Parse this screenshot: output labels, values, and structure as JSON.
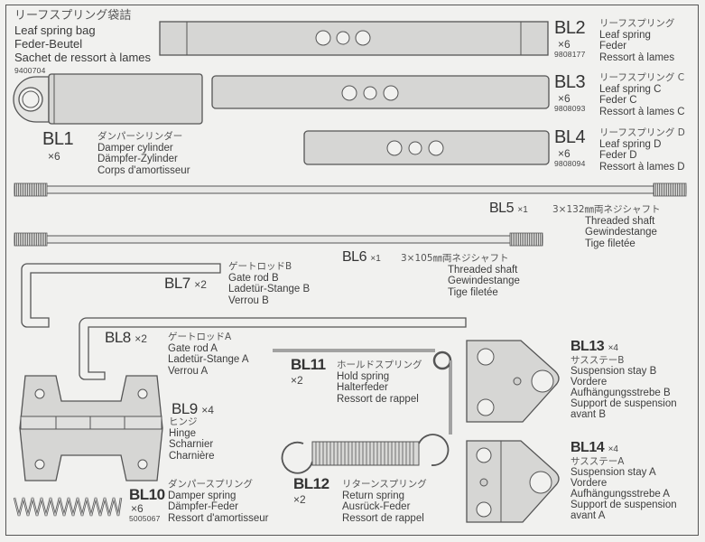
{
  "header": {
    "jp": "リーフスプリング袋詰",
    "en": "Leaf spring bag",
    "de": "Feder-Beutel",
    "fr": "Sachet de ressort à lames",
    "part_number": "9400704"
  },
  "parts": [
    {
      "code": "BL1",
      "qty": "×6",
      "jp": "ダンパーシリンダー",
      "en": "Damper cylinder",
      "de": "Dämpfer-Zylinder",
      "fr": "Corps d'amortisseur"
    },
    {
      "code": "BL2",
      "qty": "×6",
      "part_number": "9808177",
      "jp": "リーフスプリング",
      "en": "Leaf spring",
      "de": "Feder",
      "fr": "Ressort à lames"
    },
    {
      "code": "BL3",
      "qty": "×6",
      "part_number": "9808093",
      "jp": "リーフスプリング C",
      "en": "Leaf spring C",
      "de": "Feder C",
      "fr": "Ressort à lames C"
    },
    {
      "code": "BL4",
      "qty": "×6",
      "part_number": "9808094",
      "jp": "リーフスプリング D",
      "en": "Leaf spring D",
      "de": "Feder D",
      "fr": "Ressort à lames D"
    },
    {
      "code": "BL5",
      "qty": "×1",
      "jp": "3×132㎜両ネジシャフト",
      "en": "Threaded shaft",
      "de": "Gewindestange",
      "fr": "Tige filetée"
    },
    {
      "code": "BL6",
      "qty": "×1",
      "jp": "3×105㎜両ネジシャフト",
      "en": "Threaded shaft",
      "de": "Gewindestange",
      "fr": "Tige filetée"
    },
    {
      "code": "BL7",
      "qty": "×2",
      "jp": "ゲートロッドB",
      "en": "Gate rod B",
      "de": "Ladetür-Stange B",
      "fr": "Verrou B"
    },
    {
      "code": "BL8",
      "qty": "×2",
      "jp": "ゲートロッドA",
      "en": "Gate rod A",
      "de": "Ladetür-Stange A",
      "fr": "Verrou A"
    },
    {
      "code": "BL9",
      "qty": "×4",
      "jp": "ヒンジ",
      "en": "Hinge",
      "de": "Scharnier",
      "fr": "Charnière"
    },
    {
      "code": "BL10",
      "qty": "×6",
      "part_number": "5005067",
      "jp": "ダンパースプリング",
      "en": "Damper spring",
      "de": "Dämpfer-Feder",
      "fr": "Ressort d'amortisseur"
    },
    {
      "code": "BL11",
      "qty": "×2",
      "jp": "ホールドスプリング",
      "en": "Hold spring",
      "de": "Halterfeder",
      "fr": "Ressort de rappel"
    },
    {
      "code": "BL12",
      "qty": "×2",
      "jp": "リターンスプリング",
      "en": "Return spring",
      "de": "Ausrück-Feder",
      "fr": "Ressort de rappel"
    },
    {
      "code": "BL13",
      "qty": "×4",
      "jp": "サスステーB",
      "en": "Suspension stay B",
      "de1": "Vordere",
      "de": "Aufhängungsstrebe B",
      "fr": "Support de suspension",
      "fr2": "avant B"
    },
    {
      "code": "BL14",
      "qty": "×4",
      "jp": "サスステーA",
      "en": "Suspension stay A",
      "de1": "Vordere",
      "de": "Aufhängungsstrebe A",
      "fr": "Support de suspension",
      "fr2": "avant A"
    }
  ],
  "colors": {
    "part_fill": "#d6d6d4",
    "outline": "#555555",
    "background": "#f1f1ef"
  }
}
